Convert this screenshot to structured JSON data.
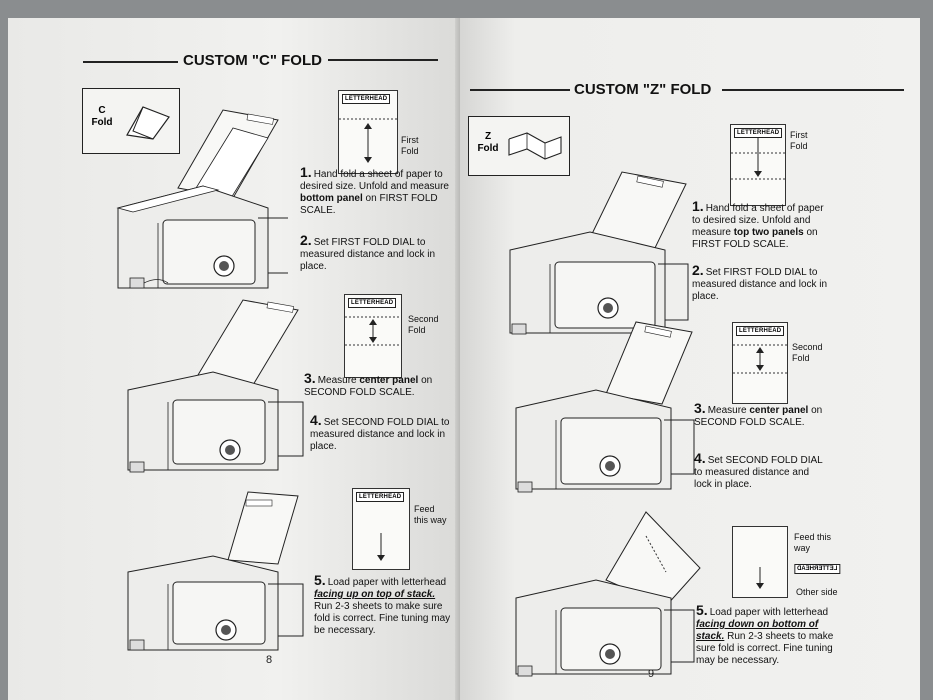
{
  "left_page": {
    "title": "CUSTOM \"C\" FOLD",
    "fold_box": {
      "letter": "C",
      "word": "Fold"
    },
    "panels": [
      {
        "letterhead": "LETTERHEAD",
        "label": "First Fold"
      },
      {
        "letterhead": "LETTERHEAD",
        "label": "Second Fold"
      },
      {
        "letterhead": "LETTERHEAD",
        "label": "Feed this way"
      }
    ],
    "steps": [
      {
        "num": "1.",
        "pre": "Hand fold a sheet of paper to desired size. Unfold and measure ",
        "bold": "bottom panel",
        "post": " on FIRST FOLD SCALE."
      },
      {
        "num": "2.",
        "pre": "Set FIRST FOLD DIAL to measured distance and lock in place.",
        "bold": "",
        "post": ""
      },
      {
        "num": "3.",
        "pre": "Measure ",
        "bold": "center panel",
        "post": " on SECOND FOLD SCALE."
      },
      {
        "num": "4.",
        "pre": "Set SECOND FOLD DIAL to measured distance and lock in place.",
        "bold": "",
        "post": ""
      },
      {
        "num": "5.",
        "pre": "Load paper with letterhead ",
        "em": "facing up on top of stack.",
        "post": " Run 2-3 sheets to make sure fold is correct. Fine tuning may be necessary."
      }
    ],
    "page_number": "8"
  },
  "right_page": {
    "title": "CUSTOM \"Z\" FOLD",
    "fold_box": {
      "letter": "Z",
      "word": "Fold"
    },
    "panels": [
      {
        "letterhead": "LETTERHEAD",
        "label": "First Fold"
      },
      {
        "letterhead": "LETTERHEAD",
        "label": "Second Fold"
      },
      {
        "letterhead": "LETTERHEAD",
        "label": "Feed this way",
        "other_side": "Other side"
      }
    ],
    "steps": [
      {
        "num": "1.",
        "pre": "Hand fold a sheet of paper to desired size. Unfold and measure ",
        "bold": "top two panels",
        "post": " on FIRST FOLD SCALE."
      },
      {
        "num": "2.",
        "pre": "Set FIRST FOLD DIAL to measured distance and lock in place.",
        "bold": "",
        "post": ""
      },
      {
        "num": "3.",
        "pre": "Measure ",
        "bold": "center panel",
        "post": " on SECOND FOLD SCALE."
      },
      {
        "num": "4.",
        "pre": "Set SECOND FOLD DIAL to measured distance and lock in place.",
        "bold": "",
        "post": ""
      },
      {
        "num": "5.",
        "pre": "Load paper with letterhead ",
        "em": "facing down on bottom of stack.",
        "post": " Run 2-3 sheets to make sure fold is correct. Fine tuning may be necessary."
      }
    ],
    "page_number": "9"
  },
  "icons": [
    "c-fold-icon",
    "z-fold-icon",
    "folder-machine-illustration",
    "arrow-up-down-icon",
    "arrow-down-icon"
  ]
}
